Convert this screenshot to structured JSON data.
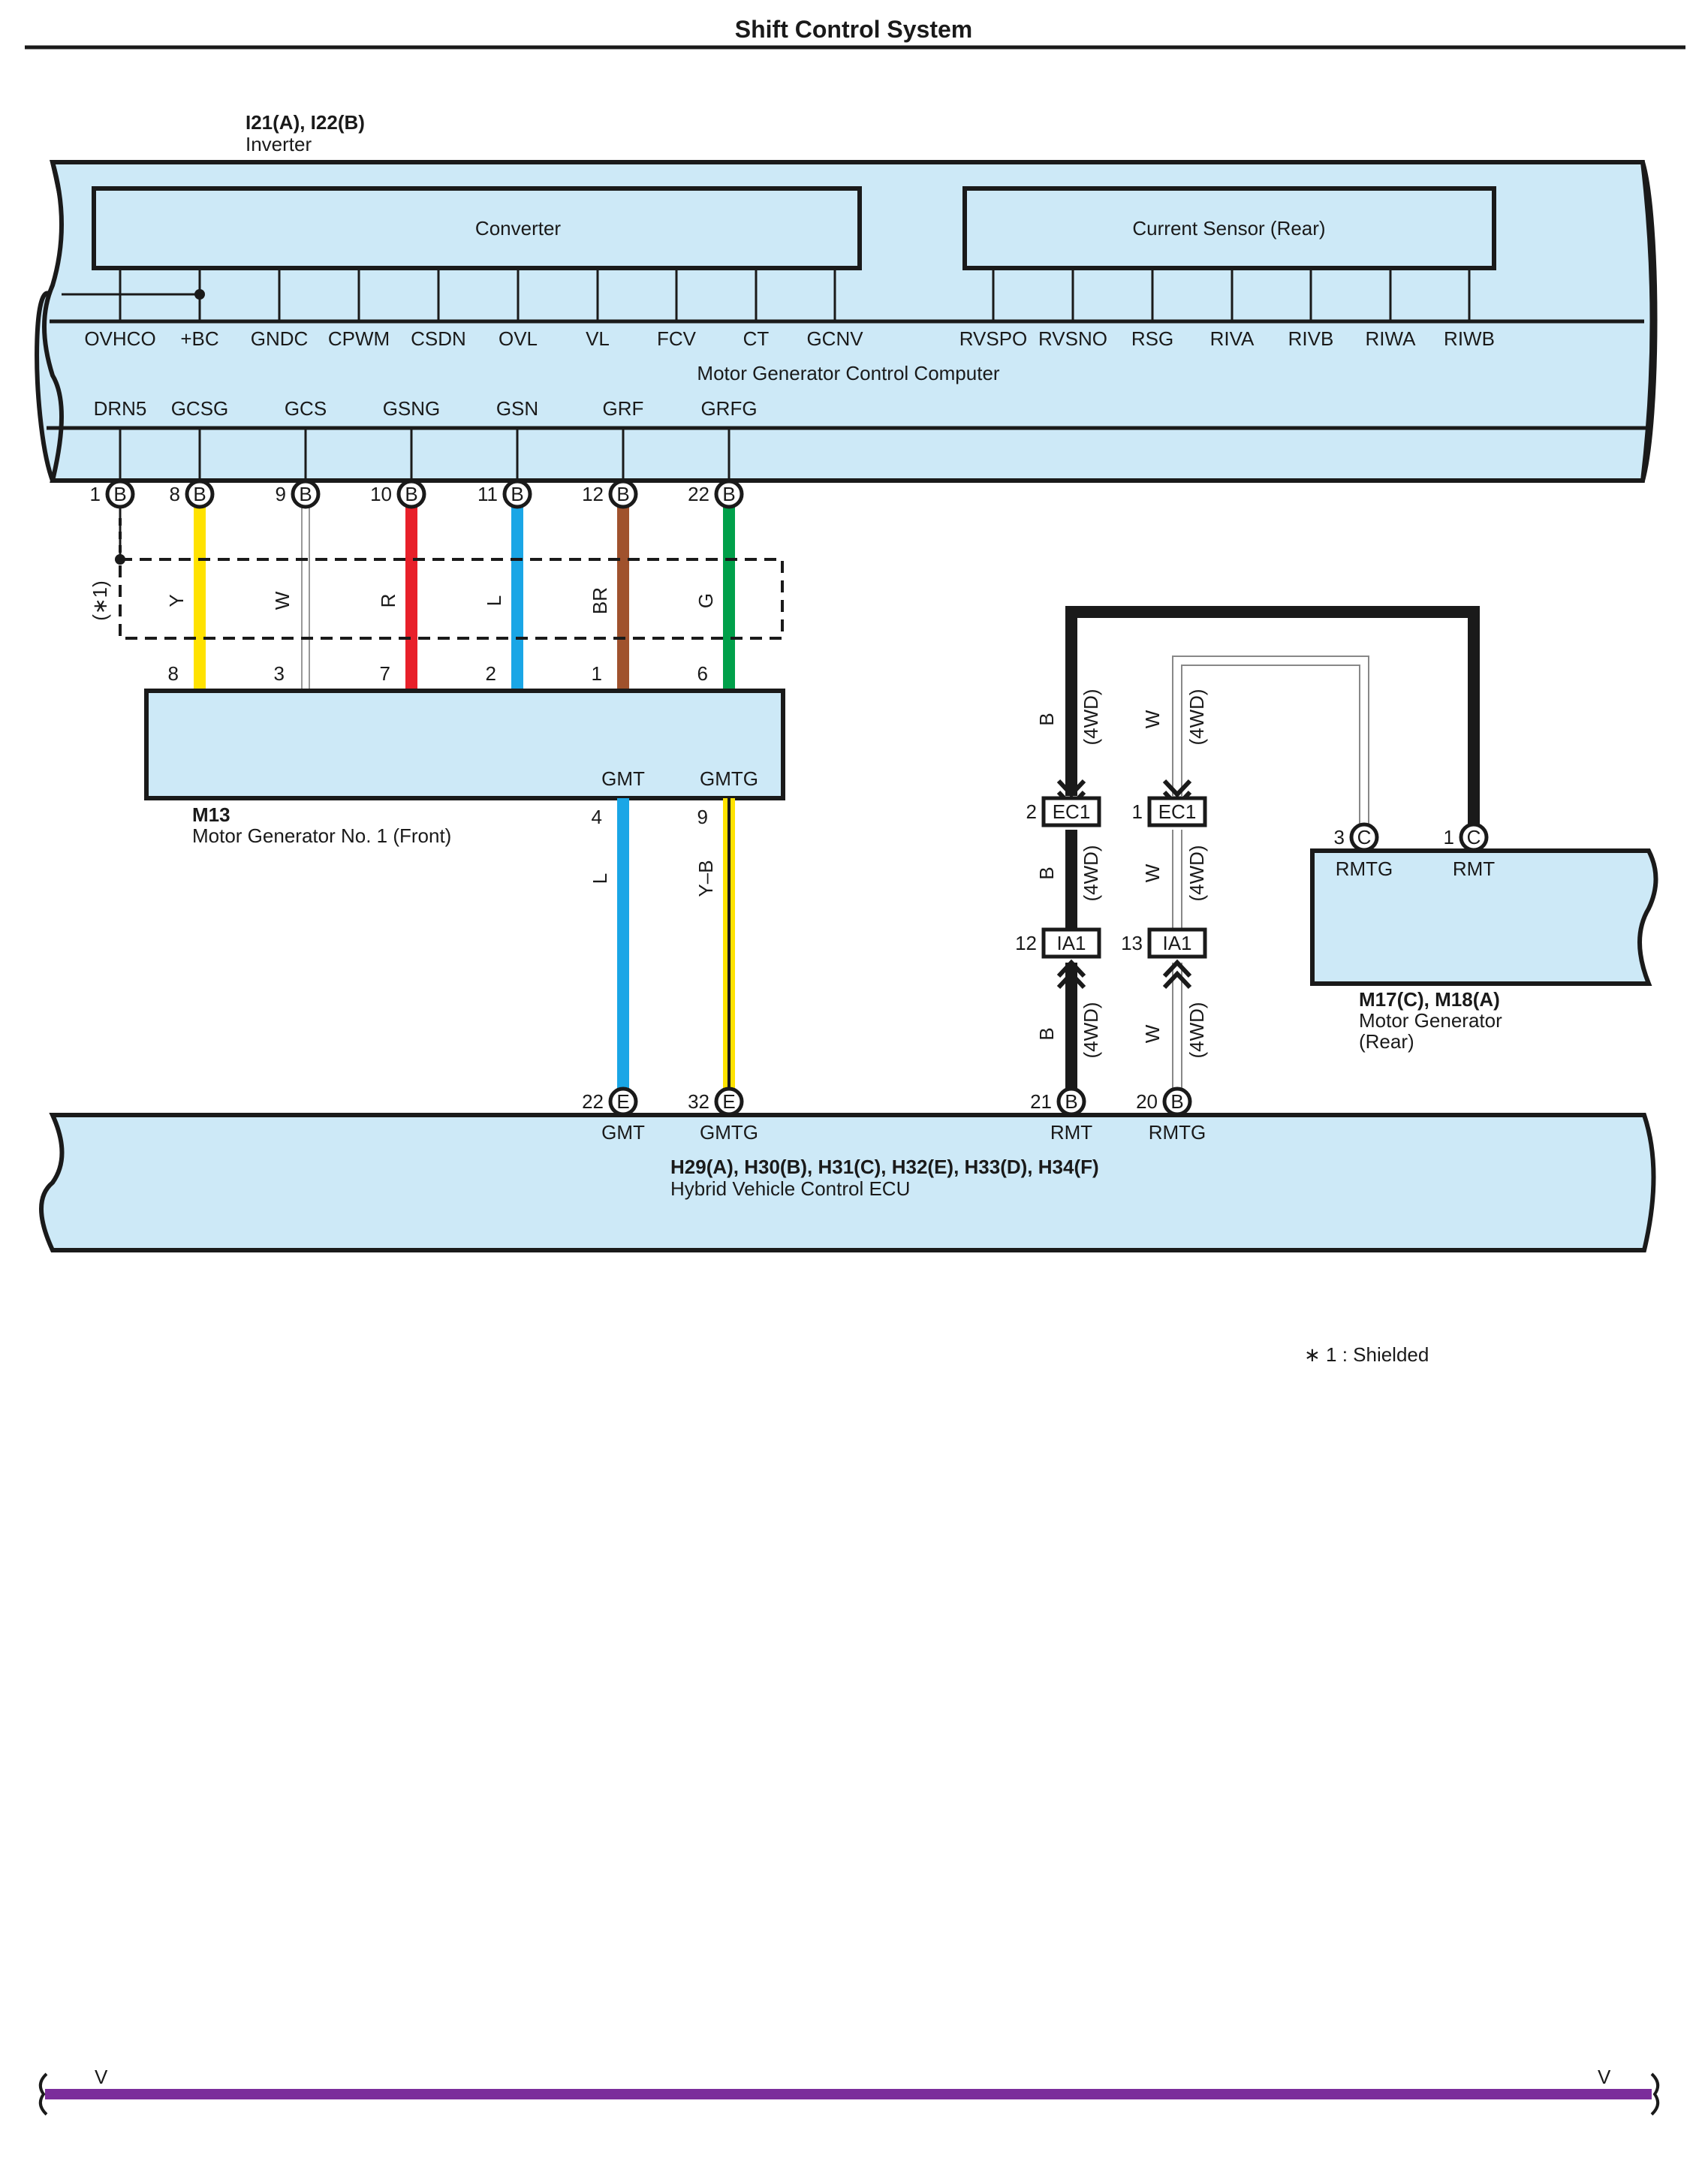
{
  "page_title": "Shift Control System",
  "inverter": {
    "connectors": "I21(A), I22(B)",
    "name": "Inverter",
    "converter": "Converter",
    "current_sensor": "Current Sensor (Rear)",
    "computer": "Motor Generator Control Computer",
    "converter_terminals": [
      "OVHCO",
      "+BC",
      "GNDC",
      "CPWM",
      "CSDN",
      "OVL",
      "VL",
      "FCV",
      "CT",
      "GCNV"
    ],
    "sensor_terminals": [
      "RVSPO",
      "RVSNO",
      "RSG",
      "RIVA",
      "RIVB",
      "RIWA",
      "RIWB"
    ],
    "lower_terminals": [
      "DRN5",
      "GCSG",
      "GCS",
      "GSNG",
      "GSN",
      "GRF",
      "GRFG"
    ]
  },
  "wires_front": [
    {
      "inv_pin": "1",
      "inv_conn": "B",
      "color_code": "",
      "color": "#1a1a1a",
      "m13_pin": "",
      "m13_label": ""
    },
    {
      "inv_pin": "8",
      "inv_conn": "B",
      "color_code": "Y",
      "color": "#ffe200",
      "m13_pin": "8",
      "m13_label": "GCSG"
    },
    {
      "inv_pin": "9",
      "inv_conn": "B",
      "color_code": "W",
      "color": "#ffffff",
      "m13_pin": "3",
      "m13_label": "GCS"
    },
    {
      "inv_pin": "10",
      "inv_conn": "B",
      "color_code": "R",
      "color": "#e8202a",
      "m13_pin": "7",
      "m13_label": "GSNG"
    },
    {
      "inv_pin": "11",
      "inv_conn": "B",
      "color_code": "L",
      "color": "#1aa6e6",
      "m13_pin": "2",
      "m13_label": "GSN"
    },
    {
      "inv_pin": "12",
      "inv_conn": "B",
      "color_code": "BR",
      "color": "#a0522d",
      "m13_pin": "1",
      "m13_label": "GRF"
    },
    {
      "inv_pin": "22",
      "inv_conn": "B",
      "color_code": "G",
      "color": "#00a04a",
      "m13_pin": "6",
      "m13_label": "GRFG"
    }
  ],
  "shield_note_label": "(∗1)",
  "m13": {
    "connector": "M13",
    "name": "Motor Generator No. 1 (Front)",
    "outputs": [
      {
        "label": "GMT",
        "pin": "4",
        "color_code": "L",
        "color": "#1aa6e6",
        "ecu_pin": "22",
        "ecu_conn": "E"
      },
      {
        "label": "GMTG",
        "pin": "9",
        "color_code": "Y–B",
        "color": "#ffe200",
        "stripe": "#1a1a1a",
        "ecu_pin": "32",
        "ecu_conn": "E"
      }
    ]
  },
  "rear_wires": [
    {
      "color_code": "B",
      "variant": "(4WD)",
      "ec1_pin": "2",
      "ia1_pin": "12",
      "ecu_pin": "21",
      "ecu_conn": "B",
      "ecu_label": "RMT",
      "color": "#1a1a1a"
    },
    {
      "color_code": "W",
      "variant": "(4WD)",
      "ec1_pin": "1",
      "ia1_pin": "13",
      "ecu_pin": "20",
      "ecu_conn": "B",
      "ecu_label": "RMTG",
      "color": "#ffffff"
    }
  ],
  "connector_names": {
    "ec1": "EC1",
    "ia1": "IA1"
  },
  "motor_rear": {
    "connectors": "M17(C), M18(A)",
    "name_line1": "Motor Generator",
    "name_line2": "(Rear)",
    "pins": [
      {
        "pin": "3",
        "conn": "C",
        "label": "RMTG"
      },
      {
        "pin": "1",
        "conn": "C",
        "label": "RMT"
      }
    ]
  },
  "ecu": {
    "connectors": "H29(A), H30(B), H31(C), H32(E), H33(D), H34(F)",
    "name": "Hybrid Vehicle Control ECU"
  },
  "footnote": "∗ 1 : Shielded",
  "bottom_bar": {
    "left": "V",
    "right": "V",
    "color": "#7b2d9b"
  }
}
